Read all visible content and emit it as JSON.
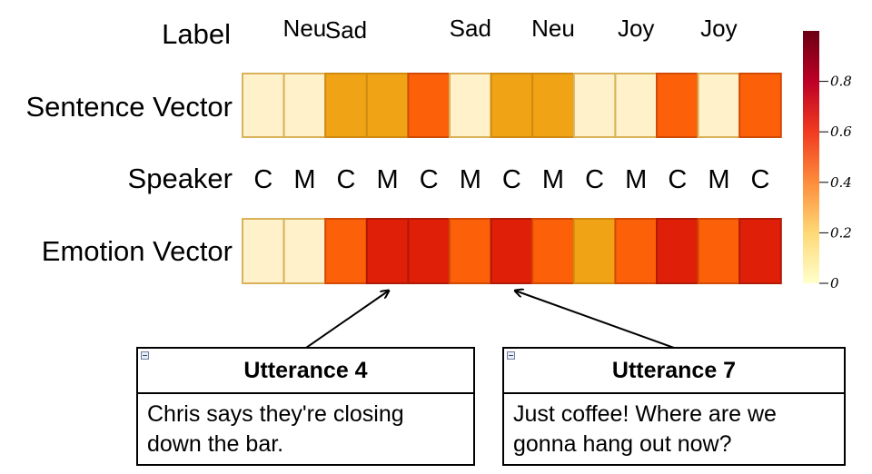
{
  "row_labels": {
    "label": "Label",
    "sentence": "Sentence Vector",
    "speaker": "Speaker",
    "emotion": "Emotion Vector"
  },
  "chart_data": {
    "type": "heatmap",
    "columns": 13,
    "emotion_labels": [
      "",
      "Neu",
      "Sad",
      "",
      "",
      "Sad",
      "",
      "Neu",
      "",
      "Joy",
      "",
      "Joy",
      ""
    ],
    "speakers": [
      "C",
      "M",
      "C",
      "M",
      "C",
      "M",
      "C",
      "M",
      "C",
      "M",
      "C",
      "M",
      "C"
    ],
    "sentence_vector": [
      0.05,
      0.05,
      0.35,
      0.35,
      0.55,
      0.05,
      0.35,
      0.35,
      0.05,
      0.05,
      0.55,
      0.05,
      0.55
    ],
    "emotion_vector": [
      0.05,
      0.05,
      0.55,
      0.7,
      0.75,
      0.5,
      0.7,
      0.5,
      0.35,
      0.55,
      0.7,
      0.5,
      0.7
    ],
    "colorbar": {
      "min": 0,
      "max": 1,
      "ticks": [
        "0",
        "0.2",
        "0.4",
        "0.6",
        "0.8"
      ],
      "colormap": "YlOrRd"
    },
    "palette": [
      "#fff1c9",
      "#f0a314",
      "#fc6008",
      "#e01f08",
      "#7a0a0a"
    ]
  },
  "callouts": [
    {
      "title": "Utterance 4",
      "lines": [
        "Chris says they're closing",
        "down the bar."
      ]
    },
    {
      "title": "Utterance 7",
      "lines": [
        "Just coffee! Where are we",
        "gonna hang out now?"
      ]
    }
  ]
}
